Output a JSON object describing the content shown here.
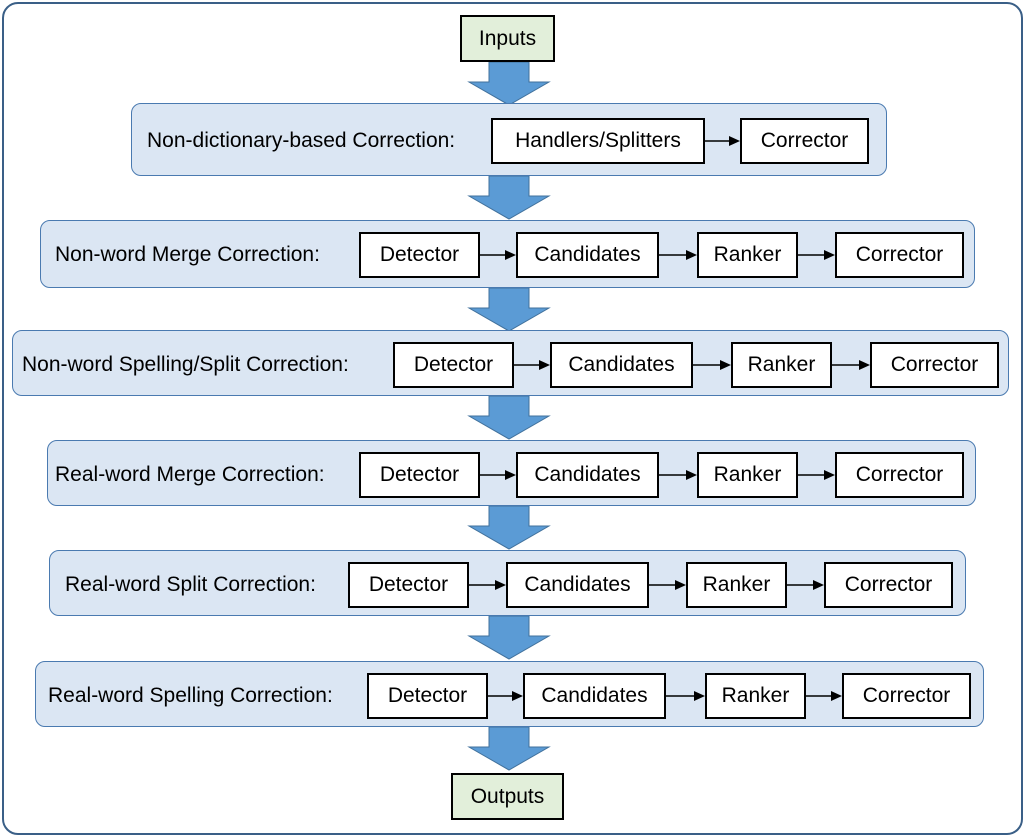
{
  "diagram": {
    "inputs_label": "Inputs",
    "outputs_label": "Outputs",
    "stages": [
      {
        "label": "Non-dictionary-based Correction:",
        "components": [
          "Handlers/Splitters",
          "Corrector"
        ]
      },
      {
        "label": "Non-word Merge Correction:",
        "components": [
          "Detector",
          "Candidates",
          "Ranker",
          "Corrector"
        ]
      },
      {
        "label": "Non-word Spelling/Split Correction:",
        "components": [
          "Detector",
          "Candidates",
          "Ranker",
          "Corrector"
        ]
      },
      {
        "label": "Real-word Merge Correction:",
        "components": [
          "Detector",
          "Candidates",
          "Ranker",
          "Corrector"
        ]
      },
      {
        "label": "Real-word Split Correction:",
        "components": [
          "Detector",
          "Candidates",
          "Ranker",
          "Corrector"
        ]
      },
      {
        "label": "Real-word Spelling Correction:",
        "components": [
          "Detector",
          "Candidates",
          "Ranker",
          "Corrector"
        ]
      }
    ],
    "colors": {
      "stage_fill": "#dbe6f3",
      "stage_border": "#4a7ab0",
      "endpoint_fill": "#e2efda",
      "flow_arrow": "#5b9bd5",
      "frame_border": "#3a5f87"
    }
  }
}
